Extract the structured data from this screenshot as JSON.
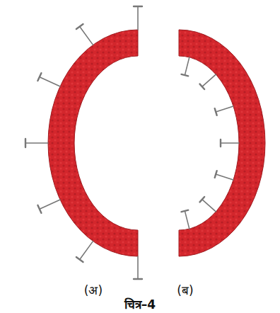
{
  "diagram": {
    "caption": "चित्र–4",
    "labels": [
      "(अ)",
      "(ब)"
    ]
  }
}
